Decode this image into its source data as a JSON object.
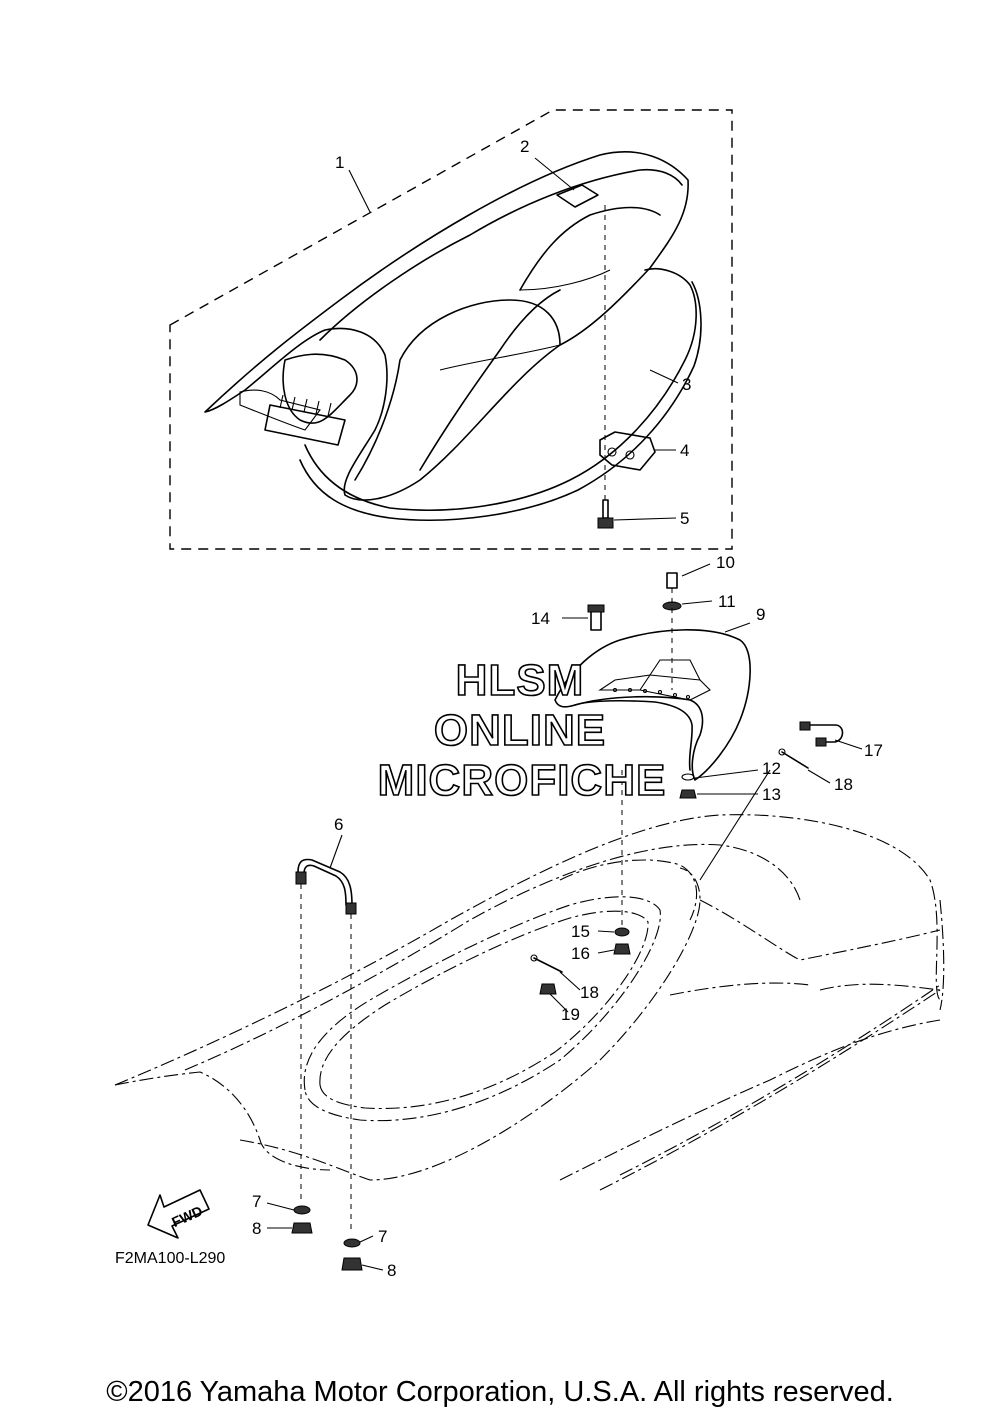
{
  "callouts": [
    {
      "id": "1",
      "label": "1"
    },
    {
      "id": "2",
      "label": "2"
    },
    {
      "id": "3",
      "label": "3"
    },
    {
      "id": "4",
      "label": "4"
    },
    {
      "id": "5",
      "label": "5"
    },
    {
      "id": "6",
      "label": "6"
    },
    {
      "id": "7a",
      "label": "7"
    },
    {
      "id": "7b",
      "label": "7"
    },
    {
      "id": "8a",
      "label": "8"
    },
    {
      "id": "8b",
      "label": "8"
    },
    {
      "id": "9",
      "label": "9"
    },
    {
      "id": "10",
      "label": "10"
    },
    {
      "id": "11",
      "label": "11"
    },
    {
      "id": "12",
      "label": "12"
    },
    {
      "id": "13",
      "label": "13"
    },
    {
      "id": "14",
      "label": "14"
    },
    {
      "id": "15",
      "label": "15"
    },
    {
      "id": "16",
      "label": "16"
    },
    {
      "id": "17",
      "label": "17"
    },
    {
      "id": "18a",
      "label": "18"
    },
    {
      "id": "18b",
      "label": "18"
    },
    {
      "id": "19",
      "label": "19"
    }
  ],
  "watermark": {
    "line1": "HLSM",
    "line2": "ONLINE",
    "line3": "MICROFICHE"
  },
  "fwd_label": "FWD",
  "figure_code": "F2MA100-L290",
  "copyright": "©2016 Yamaha Motor Corporation, U.S.A. All rights reserved."
}
